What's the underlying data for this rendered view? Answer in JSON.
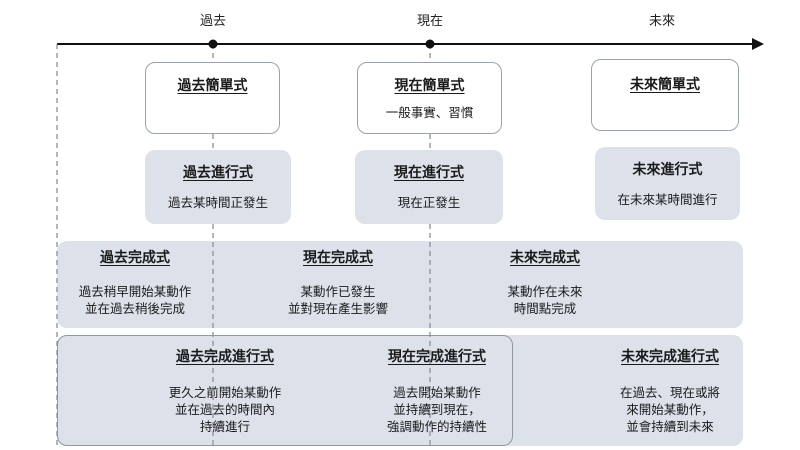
{
  "timeline": {
    "past": "過去",
    "present": "現在",
    "future": "未來"
  },
  "simple": {
    "past": {
      "title": "過去簡單式",
      "desc": ""
    },
    "present": {
      "title": "現在簡單式",
      "desc": "一般事實、習慣"
    },
    "future": {
      "title": "未來簡單式",
      "desc": ""
    }
  },
  "progressive": {
    "past": {
      "title": "過去進行式",
      "desc": "過去某時間正發生"
    },
    "present": {
      "title": "現在進行式",
      "desc": "現在正發生"
    },
    "future": {
      "title": "未來進行式",
      "desc": "在未來某時間進行"
    }
  },
  "perfect": {
    "past": {
      "title": "過去完成式",
      "lines": [
        "過去稍早開始某動作",
        "並在過去稍後完成"
      ]
    },
    "present": {
      "title": "現在完成式",
      "lines": [
        "某動作已發生",
        "並對現在產生影響"
      ]
    },
    "future": {
      "title": "未來完成式",
      "lines": [
        "某動作在未來",
        "時間點完成"
      ]
    }
  },
  "perfect_progressive": {
    "past": {
      "title": "過去完成進行式",
      "lines": [
        "更久之前開始某動作",
        "並在過去的時間內",
        "持續進行"
      ]
    },
    "present": {
      "title": "現在完成進行式",
      "lines": [
        "過去開始某動作",
        "並持續到現在，",
        "強調動作的持續性"
      ]
    },
    "future": {
      "title": "未來完成進行式",
      "lines": [
        "在過去、現在或將",
        "來開始某動作，",
        "並會持續到未來"
      ]
    }
  }
}
